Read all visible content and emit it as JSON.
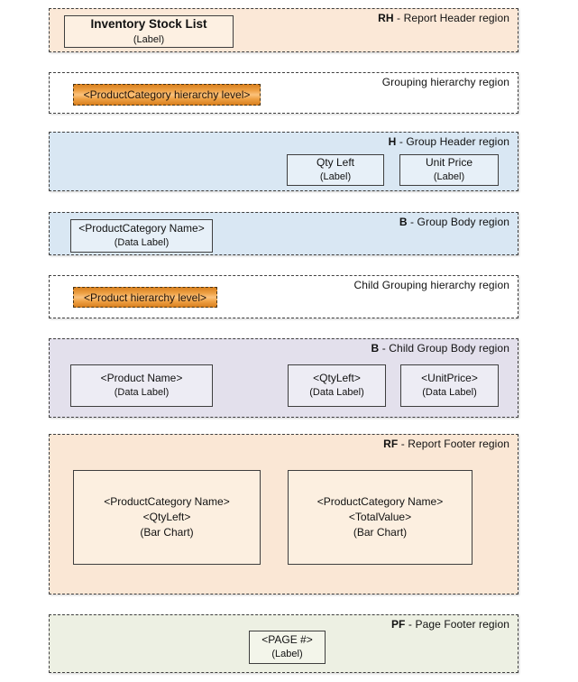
{
  "colors": {
    "report_header_bg": "#fbe8d7",
    "report_header_box_bg": "#fdf0e2",
    "group_header_bg": "#d9e7f3",
    "group_box_bg": "#e7f0f8",
    "child_body_bg": "#e3e0ec",
    "child_box_bg": "#edecf4",
    "report_footer_bg": "#fae7d5",
    "report_footer_box_bg": "#fcefe0",
    "page_footer_bg": "#edf0e3",
    "page_footer_box_bg": "#f3f5ea",
    "grouping_band_orange": "#eea043",
    "dashed_border": "#3f3f3f"
  },
  "regions": {
    "report_header": {
      "prefix": "RH",
      "label": " - Report Header region",
      "box": {
        "title": "Inventory Stock List",
        "subtitle": "(Label)"
      }
    },
    "grouping": {
      "label": "Grouping hierarchy region",
      "band": "<ProductCategory hierarchy level>"
    },
    "group_header": {
      "prefix": "H",
      "label": " - Group Header region",
      "boxes": [
        {
          "title": "Qty Left",
          "subtitle": "(Label)"
        },
        {
          "title": "Unit Price",
          "subtitle": "(Label)"
        }
      ]
    },
    "group_body": {
      "prefix": "B",
      "label": " - Group Body region",
      "box": {
        "title": "<ProductCategory Name>",
        "subtitle": "(Data Label)"
      }
    },
    "child_grouping": {
      "label": "Child Grouping hierarchy region",
      "band": "<Product hierarchy level>"
    },
    "child_group_body": {
      "prefix": "B",
      "label": " - Child Group Body region",
      "boxes": [
        {
          "title": "<Product Name>",
          "subtitle": "(Data Label)"
        },
        {
          "title": "<QtyLeft>",
          "subtitle": "(Data Label)"
        },
        {
          "title": "<UnitPrice>",
          "subtitle": "(Data Label)"
        }
      ]
    },
    "report_footer": {
      "prefix": "RF",
      "label": " - Report Footer region",
      "boxes": [
        {
          "line1": "<ProductCategory Name>",
          "line2": "<QtyLeft>",
          "line3": "(Bar Chart)"
        },
        {
          "line1": "<ProductCategory Name>",
          "line2": "<TotalValue>",
          "line3": "(Bar Chart)"
        }
      ]
    },
    "page_footer": {
      "prefix": "PF",
      "label": " - Page Footer region",
      "box": {
        "title": "<PAGE #>",
        "subtitle": "(Label)"
      }
    }
  }
}
